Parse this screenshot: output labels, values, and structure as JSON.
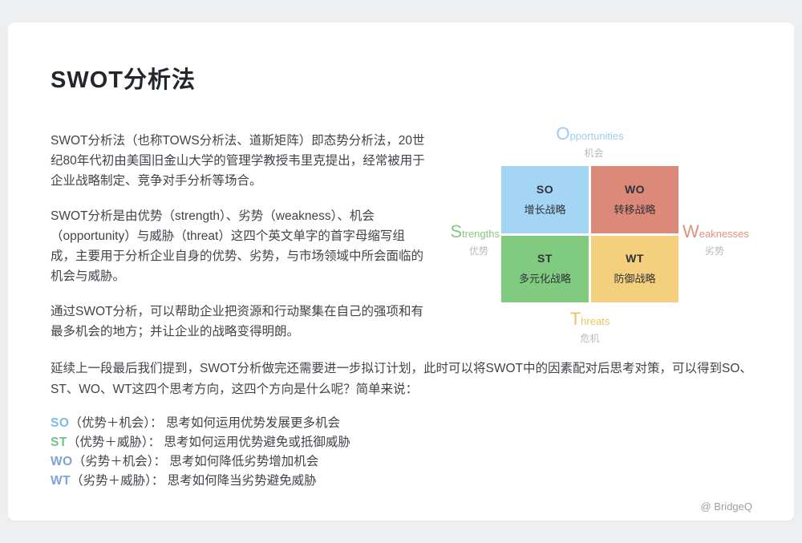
{
  "page": {
    "title": "SWOT分析法",
    "watermark": "@ BridgeQ"
  },
  "paragraphs": [
    "SWOT分析法（也称TOWS分析法、道斯矩阵）即态势分析法，20世纪80年代初由美国旧金山大学的管理学教授韦里克提出，经常被用于企业战略制定、竞争对手分析等场合。",
    "SWOT分析是由优势（strength）、劣势（weakness）、机会（opportunity）与威胁（threat）这四个英文单字的首字母缩写组成，主要用于分析企业自身的优势、劣势，与市场领域中所会面临的机会与威胁。",
    "通过SWOT分析，可以帮助企业把资源和行动聚集在自己的强项和有最多机会的地方；并让企业的战略变得明朗。"
  ],
  "bottom_paragraph": "延续上一段最后我们提到，SWOT分析做完还需要进一步拟订计划，此时可以将SWOT中的因素配对后思考对策，可以得到SO、ST、WO、WT这四个思考方向，这四个方向是什么呢？简单来说：",
  "strategy_list": [
    {
      "code": "SO",
      "color": "#7cbae6",
      "text": "（优势＋机会）： 思考如何运用优势发展更多机会"
    },
    {
      "code": "ST",
      "color": "#72c289",
      "text": "（优势＋威胁）： 思考如何运用优势避免或抵御威胁"
    },
    {
      "code": "WO",
      "color": "#7fa3d8",
      "text": "（劣势＋机会）： 思考如何降低劣势增加机会"
    },
    {
      "code": "WT",
      "color": "#7fa3d8",
      "text": "（劣势＋威胁）： 思考如何降当劣势避免威胁"
    }
  ],
  "diagram": {
    "top": {
      "initial": "O",
      "rest": "pportunities",
      "zh": "机会",
      "color": "#9dcdf2"
    },
    "left": {
      "initial": "S",
      "rest": "trengths",
      "zh": "优势",
      "color": "#85c785"
    },
    "right": {
      "initial": "W",
      "rest": "eaknesses",
      "zh": "劣势",
      "color": "#e2917f"
    },
    "bottom": {
      "initial": "T",
      "rest": "hreats",
      "zh": "危机",
      "color": "#ecc263"
    },
    "cells": [
      {
        "code": "SO",
        "name": "增长战略",
        "bg": "#a5d5f4"
      },
      {
        "code": "WO",
        "name": "转移战略",
        "bg": "#dd897a"
      },
      {
        "code": "ST",
        "name": "多元化战略",
        "bg": "#81cb81"
      },
      {
        "code": "WT",
        "name": "防御战略",
        "bg": "#f4d07e"
      }
    ]
  }
}
